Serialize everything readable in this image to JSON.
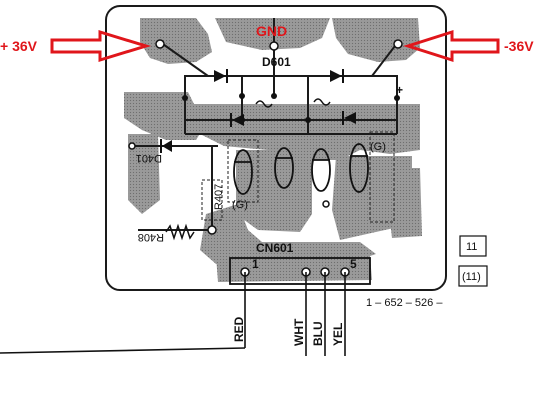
{
  "labels": {
    "plus_voltage": "+ 36V",
    "minus_voltage": "-36V",
    "gnd": "GND",
    "diode_bridge": "D601",
    "connector": "CN601",
    "d_left": "D401",
    "r_left": "R408",
    "r_vertical": "R407",
    "pin_1": "1",
    "pin_5": "5",
    "cap_right_mark": "(G)",
    "cap_left_mark": "(G)",
    "plus_sign": "+",
    "part_number": "1 – 652 – 526 –",
    "box_1": "11",
    "box_2": "(11)"
  },
  "wires": {
    "red": "RED",
    "white": "WHT",
    "blue": "BLU",
    "yellow": "YEL"
  },
  "colors": {
    "arrow": "#e0161b",
    "copper": "#8d8d8d",
    "board_line": "#1a1a1a"
  }
}
